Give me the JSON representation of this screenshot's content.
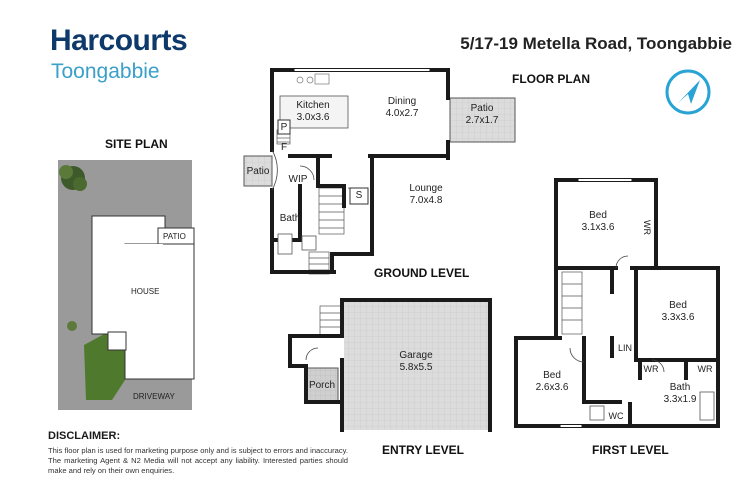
{
  "brand": {
    "name": "Harcourts",
    "office": "Toongabbie",
    "color": "#0d3a6b",
    "accent": "#3aa0c8"
  },
  "address": "5/17-19 Metella Road, Toongabbie",
  "titles": {
    "floor_plan": "FLOOR PLAN",
    "site_plan": "SITE PLAN",
    "ground_level": "GROUND LEVEL",
    "entry_level": "ENTRY LEVEL",
    "first_level": "FIRST LEVEL"
  },
  "compass": {
    "icon": "north-arrow-icon",
    "color": "#29a3d6"
  },
  "site_plan": {
    "patio": "PATIO",
    "house": "HOUSE",
    "driveway": "DRIVEWAY"
  },
  "ground": {
    "kitchen": {
      "name": "Kitchen",
      "size": "3.0x3.6"
    },
    "dining": {
      "name": "Dining",
      "size": "4.0x2.7"
    },
    "patio_back": {
      "name": "Patio",
      "size": "2.7x1.7"
    },
    "lounge": {
      "name": "Lounge",
      "size": "7.0x4.8"
    },
    "patio_side": "Patio",
    "wip": "WIP",
    "bath": "Bath",
    "pantry": "P",
    "fridge": "F",
    "storage": "S"
  },
  "entry": {
    "garage": {
      "name": "Garage",
      "size": "5.8x5.5"
    },
    "porch": "Porch"
  },
  "first": {
    "bed1": {
      "name": "Bed",
      "size": "3.1x3.6"
    },
    "bed2": {
      "name": "Bed",
      "size": "3.3x3.6"
    },
    "bed3": {
      "name": "Bed",
      "size": "2.6x3.6"
    },
    "bath": {
      "name": "Bath",
      "size": "3.3x1.9"
    },
    "wr1": "WR",
    "wr2": "WR",
    "wr3": "WR",
    "lin": "LIN",
    "wc": "WC"
  },
  "disclaimer": {
    "title": "DISCLAIMER:",
    "text": "This floor plan is used for marketing purpose only and is subject to errors and inaccuracy. The marketing Agent & N2 Media will not accept any liability. Interested parties should make and rely on their own enquiries."
  }
}
